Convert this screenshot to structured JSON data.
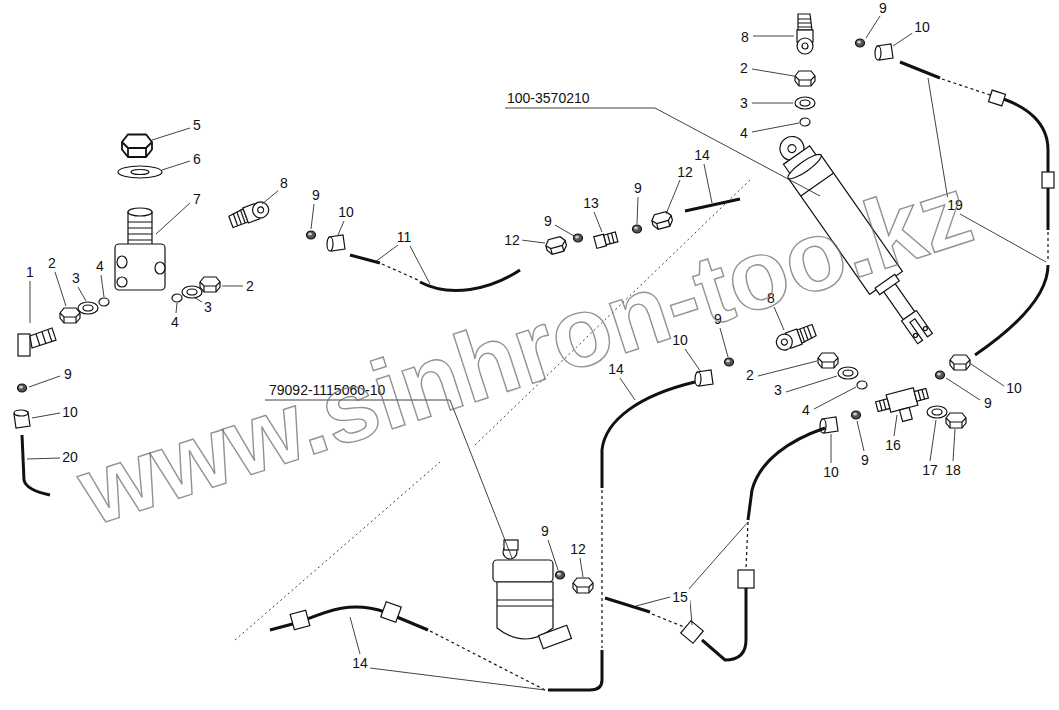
{
  "diagram": {
    "labels": [
      "8",
      "9",
      "10",
      "2",
      "3",
      "4",
      "100-3570210",
      "19",
      "5",
      "6",
      "7",
      "8",
      "1",
      "2",
      "3",
      "4",
      "4",
      "3",
      "2",
      "9",
      "10",
      "11",
      "14",
      "12",
      "9",
      "13",
      "9",
      "12",
      "9",
      "10",
      "20",
      "8",
      "9",
      "10",
      "14",
      "2",
      "3",
      "4",
      "9",
      "10",
      "16",
      "17",
      "18",
      "10",
      "9",
      "79092-1115060-10",
      "9",
      "12",
      "15",
      "14",
      "www.sinhron-too.kz"
    ]
  }
}
